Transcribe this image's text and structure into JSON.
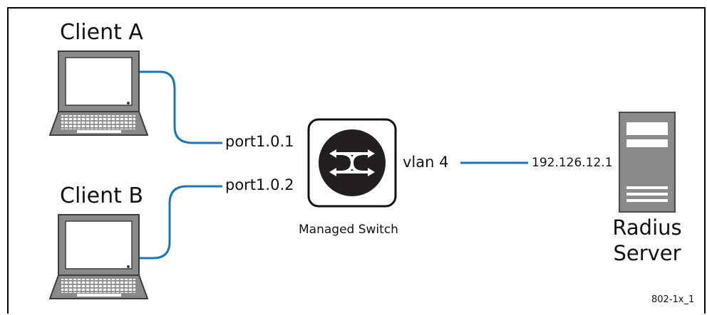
{
  "clients": [
    {
      "name": "Client A",
      "icon": "laptop-icon"
    },
    {
      "name": "Client B",
      "icon": "laptop-icon"
    }
  ],
  "switch": {
    "name": "Managed Switch",
    "icon": "switch-icon",
    "ports": [
      "port1.0.1",
      "port1.0.2"
    ],
    "vlan": "vlan 4"
  },
  "server": {
    "name_line1": "Radius",
    "name_line2": "Server",
    "ip": "192.126.12.1",
    "icon": "server-tower-icon"
  },
  "figure_ref": "802-1x_1",
  "colors": {
    "link": "#1b75bb",
    "device_fill": "#8a8a8a",
    "device_dark": "#4a4a4a",
    "switch_fill": "#231f20"
  }
}
